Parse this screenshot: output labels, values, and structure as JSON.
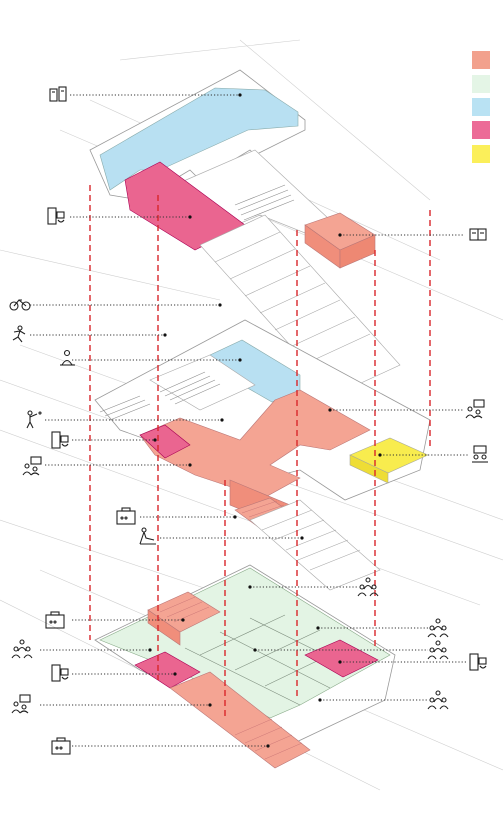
{
  "legend": {
    "items": [
      {
        "name": "salmon",
        "color": "#f2a18d"
      },
      {
        "name": "mint",
        "color": "#e4f5e6"
      },
      {
        "name": "sky",
        "color": "#b9e2f3"
      },
      {
        "name": "magenta",
        "color": "#ec6b97"
      },
      {
        "name": "yellow",
        "color": "#fbef5a"
      }
    ]
  },
  "colors": {
    "floor_salmon": "#f4a493",
    "floor_mint": "#e3f4e4",
    "floor_sky": "#b8e0f2",
    "floor_magenta": "#ea6590",
    "floor_yellow": "#f8ec4e",
    "outline": "#9a9a9a",
    "dashed_red": "#d9262a",
    "leader": "#333333"
  },
  "icons": {
    "left": [
      "server-rack-icon",
      "medical-kiosk-icon",
      "bicycle-icon",
      "runner-icon",
      "person-reading-icon",
      "person-cleaning-icon",
      "medical-kiosk-icon",
      "group-meeting-icon",
      "briefcase-icon",
      "person-on-slide-icon",
      "briefcase-icon",
      "family-group-icon",
      "medical-kiosk-icon",
      "group-meeting-icon",
      "briefcase-icon"
    ],
    "right": [
      "open-book-icon",
      "group-meeting-icon",
      "classroom-icon",
      "family-group-icon",
      "family-group-icon",
      "family-group-icon",
      "medical-kiosk-icon",
      "family-group-icon"
    ]
  }
}
